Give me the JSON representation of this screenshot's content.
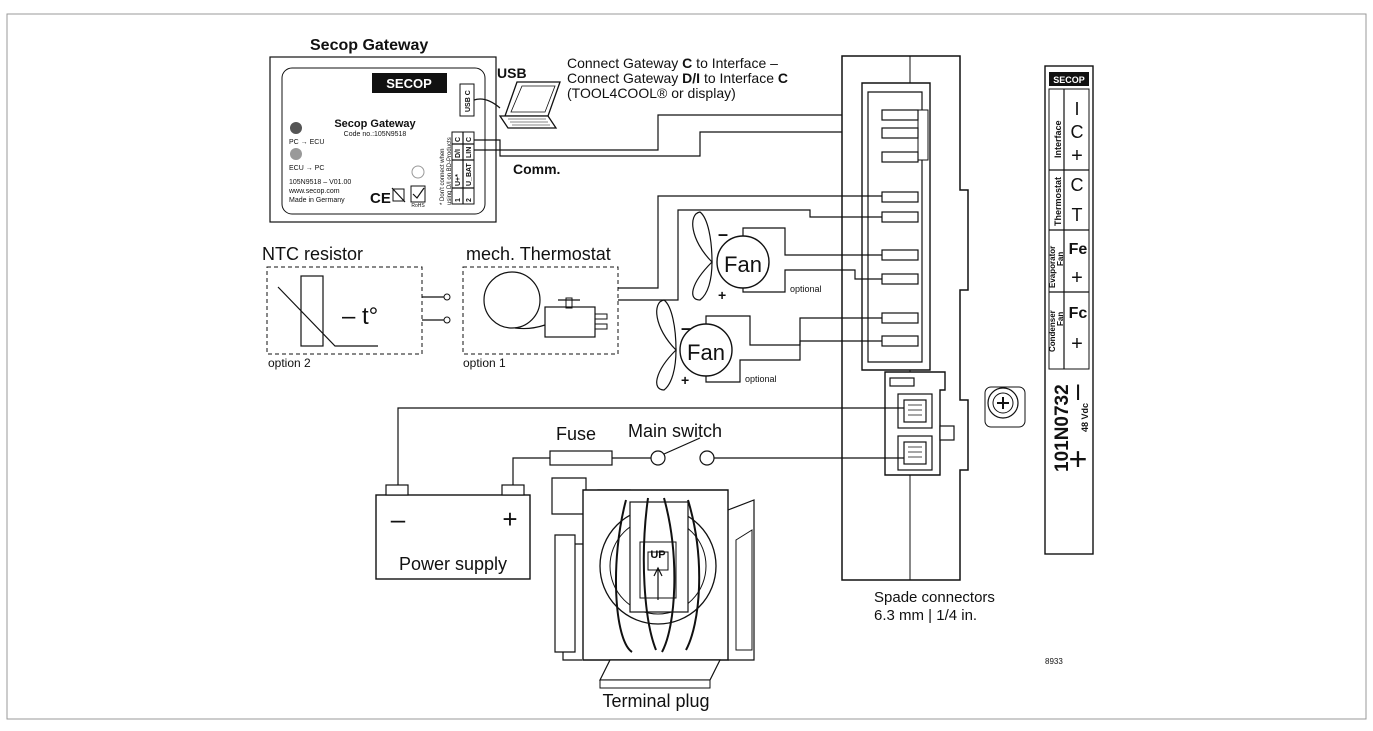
{
  "gateway": {
    "title": "Secop Gateway",
    "brand": "SECOP",
    "name": "Secop Gateway",
    "code": "Code no.:105N9518",
    "led1": "PC → ECU",
    "led2": "ECU → PC",
    "version": "105N9518 – V01.00",
    "web": "www.secop.com",
    "made": "Made in Germany",
    "ce": "CE",
    "rohs": "RoHS",
    "side_note1": "* Don't connect when",
    "side_note2": "using D/I on BD-Products",
    "usb_port": "USB C",
    "pins": [
      "C",
      "LIN",
      "U_BAT",
      "C",
      "D/I",
      "U+*",
      "1",
      "2"
    ]
  },
  "usb_label": "USB",
  "comm_label": "Comm.",
  "connect_text": {
    "line1_a": "Connect Gateway ",
    "line1_b": "C",
    "line1_c": " to Interface –",
    "line2_a": "Connect Gateway ",
    "line2_b": "D/I",
    "line2_c": " to Interface ",
    "line2_d": "C",
    "line3": "(TOOL4COOL® or display)"
  },
  "ntc": {
    "title": "NTC resistor",
    "symbol": "– t°",
    "option": "option 2"
  },
  "thermostat": {
    "title": "mech. Thermostat",
    "option": "option 1"
  },
  "fan1": {
    "label": "Fan",
    "minus": "–",
    "plus": "+",
    "note": "optional"
  },
  "fan2": {
    "label": "Fan",
    "minus": "–",
    "plus": "+",
    "note": "optional"
  },
  "fuse_label": "Fuse",
  "main_switch_label": "Main switch",
  "power": {
    "minus": "–",
    "plus": "+",
    "label": "Power supply"
  },
  "terminal_plug": {
    "label": "Terminal plug",
    "up": "UP"
  },
  "spade": {
    "line1": "Spade connectors",
    "line2": "6.3 mm | 1/4 in."
  },
  "figure_no": "8933",
  "label_strip": {
    "brand": "SECOP",
    "interface": "Interface",
    "interface_pins": [
      "I",
      "C",
      "+"
    ],
    "thermostat": "Thermostat",
    "thermostat_pins": [
      "C",
      "T"
    ],
    "evap1": "Evaporator",
    "evap2": "Fan",
    "evap_pins": [
      "Fe",
      "+"
    ],
    "cond1": "Condenser",
    "cond2": "Fan",
    "cond_pins": [
      "Fc",
      "+"
    ],
    "model": "101N0732",
    "voltage": "48 Vdc",
    "power_pins": [
      "I",
      "+"
    ]
  }
}
